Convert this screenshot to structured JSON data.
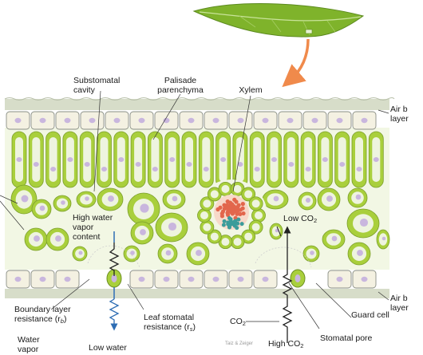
{
  "labels": {
    "substomatal_cavity": {
      "line1": "Substomatal",
      "line2": "cavity"
    },
    "palisade": {
      "line1": "Palisade",
      "line2": "parenchyma"
    },
    "xylem": "Xylem",
    "air_boundary_top": {
      "line1": "Air b",
      "line2": "layer"
    },
    "high_water_vapor": {
      "line1": "High water",
      "line2": "vapor",
      "line3": "content"
    },
    "low_co2": {
      "text": "Low CO",
      "sub": "2"
    },
    "boundary_layer_resistance": {
      "line1": "Boundary layer",
      "line2": "resistance (r",
      "sub": "b",
      "close": ")"
    },
    "leaf_stomatal_resistance": {
      "line1": "Leaf stomatal",
      "line2": "resistance (r",
      "sub": "s",
      "close": ")"
    },
    "air_boundary_bottom": {
      "line1": "Air b",
      "line2": "layer"
    },
    "guard_cell": "Guard cell",
    "co2": {
      "text": "CO",
      "sub": "2"
    },
    "stomatal_pore": "Stomatal pore",
    "water_vapor": {
      "line1": "Water",
      "line2": "vapor"
    },
    "low_water": "Low water",
    "high_co2": {
      "text": "High CO",
      "sub": "2"
    },
    "watermark": "Taiz & Zeiger"
  },
  "colors": {
    "cuticle": "#d7ddc9",
    "epidermis_fill": "#f4f1e2",
    "epidermis_stroke": "#8a8f86",
    "nucleus": "#c9b6de",
    "cell_green": "#a9cf3c",
    "cell_light": "#eef4df",
    "mesophyll_bg": "#f2f7e4",
    "leaf_green": "#7fb32b",
    "arrow_orange": "#f08a4b",
    "water_arrow": "#2e6db4",
    "xylem_red": "#e2664c",
    "xylem_teal": "#3b9c9a"
  }
}
